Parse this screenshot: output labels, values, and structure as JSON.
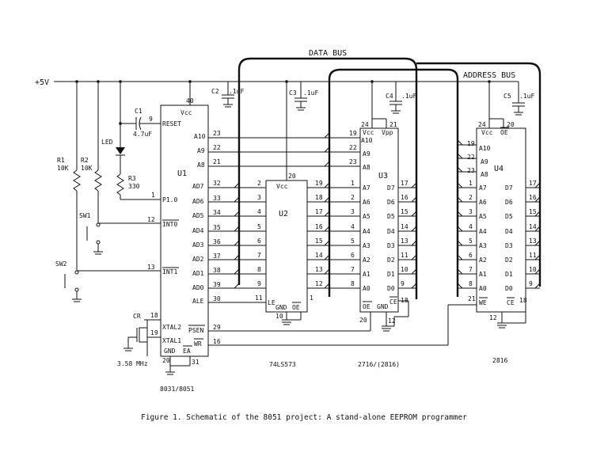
{
  "buses": {
    "data": "DATA BUS",
    "address": "ADDRESS BUS"
  },
  "supply": "+5V",
  "caps": {
    "c2": "C2",
    "c3": "C3",
    "c4": "C4",
    "c5": "C5",
    "uf": ".1uF",
    "c1": "C1",
    "c1_value": "4.7uF"
  },
  "leds": {
    "label": "LED"
  },
  "resistors": {
    "r1": "R1",
    "r1_value": "10K",
    "r2": "R2",
    "r2_value": "10K",
    "r3": "R3",
    "r3_value": "330"
  },
  "switches": {
    "sw1": "SW1",
    "sw2": "SW2"
  },
  "crystal": {
    "label": "CR",
    "freq": "3.58 MHz"
  },
  "u1": {
    "name": "U1",
    "vcc": "Vcc",
    "vcc_pin": "40",
    "reset": "RESET",
    "reset_pin": "9",
    "p10": "P1.0",
    "p10_pin": "1",
    "int0": "INT0",
    "int0_pin": "12",
    "int1": "INT1",
    "int1_pin": "13",
    "xtal2": "XTAL2",
    "xtal2_pin": "18",
    "xtal1": "XTAL1",
    "xtal1_pin": "19",
    "gnd": "GND",
    "gnd_pin": "20",
    "ea": "EA",
    "ea_pin": "31",
    "ale": "ALE",
    "ale_pin": "30",
    "psen": "PSEN",
    "psen_pin": "29",
    "wr": "WR",
    "wr_pin": "16",
    "a_labels": [
      "A10",
      "A9",
      "A8"
    ],
    "a_pins": [
      "23",
      "22",
      "21"
    ],
    "ad_labels": [
      "AD7",
      "AD6",
      "AD5",
      "AD4",
      "AD3",
      "AD2",
      "AD1",
      "AD0"
    ],
    "ad_pins": [
      "32",
      "33",
      "34",
      "35",
      "36",
      "37",
      "38",
      "39"
    ],
    "part": "8031/8051"
  },
  "u2": {
    "name": "U2",
    "vcc": "Vcc",
    "vcc_pin": "20",
    "in_pins": [
      "2",
      "3",
      "4",
      "5",
      "6",
      "7",
      "8",
      "9"
    ],
    "out_pins": [
      "19",
      "18",
      "17",
      "16",
      "15",
      "14",
      "13",
      "12"
    ],
    "le": "LE",
    "le_pin": "11",
    "gnd": "GND",
    "oe": "OE",
    "gnd_pin": "10",
    "oe_pin": "1",
    "part": "74LS573"
  },
  "u3": {
    "name": "U3",
    "vcc": "Vcc",
    "vpp": "Vpp",
    "vcc_pin": "24",
    "vpp_pin": "21",
    "a_labels": [
      "A10",
      "A9",
      "A8",
      "A7",
      "A6",
      "A5",
      "A4",
      "A3",
      "A2",
      "A1",
      "A0"
    ],
    "a_pins": [
      "19",
      "22",
      "23",
      "1",
      "2",
      "3",
      "4",
      "5",
      "6",
      "7",
      "8"
    ],
    "d_labels": [
      "D7",
      "D6",
      "D5",
      "D4",
      "D3",
      "D2",
      "D1",
      "D0"
    ],
    "d_pins": [
      "17",
      "16",
      "15",
      "14",
      "13",
      "11",
      "10",
      "9"
    ],
    "oe": "OE",
    "gnd": "GND",
    "ce": "CE",
    "oe_pin": "20",
    "gnd_pin": "12",
    "ce_pin": "18",
    "part": "2716/(2816)"
  },
  "u4": {
    "name": "U4",
    "vcc": "Vcc",
    "oe_top": "OE",
    "vcc_pin": "24",
    "oe_top_pin": "20",
    "a_labels": [
      "A10",
      "A9",
      "A8",
      "A7",
      "A6",
      "A5",
      "A4",
      "A3",
      "A2",
      "A1",
      "A0"
    ],
    "a_pins": [
      "19",
      "22",
      "23",
      "1",
      "2",
      "3",
      "4",
      "5",
      "6",
      "7",
      "8"
    ],
    "d_labels": [
      "D7",
      "D6",
      "D5",
      "D4",
      "D3",
      "D2",
      "D1",
      "D0"
    ],
    "d_pins": [
      "17",
      "16",
      "15",
      "14",
      "13",
      "11",
      "10",
      "9"
    ],
    "we": "WE",
    "ce": "CE",
    "we_pin": "21",
    "ce_pin": "18",
    "gnd_pin": "12",
    "part": "2816"
  },
  "caption": "Figure 1. Schematic of the 8051 project: A stand-alone EEPROM programmer"
}
